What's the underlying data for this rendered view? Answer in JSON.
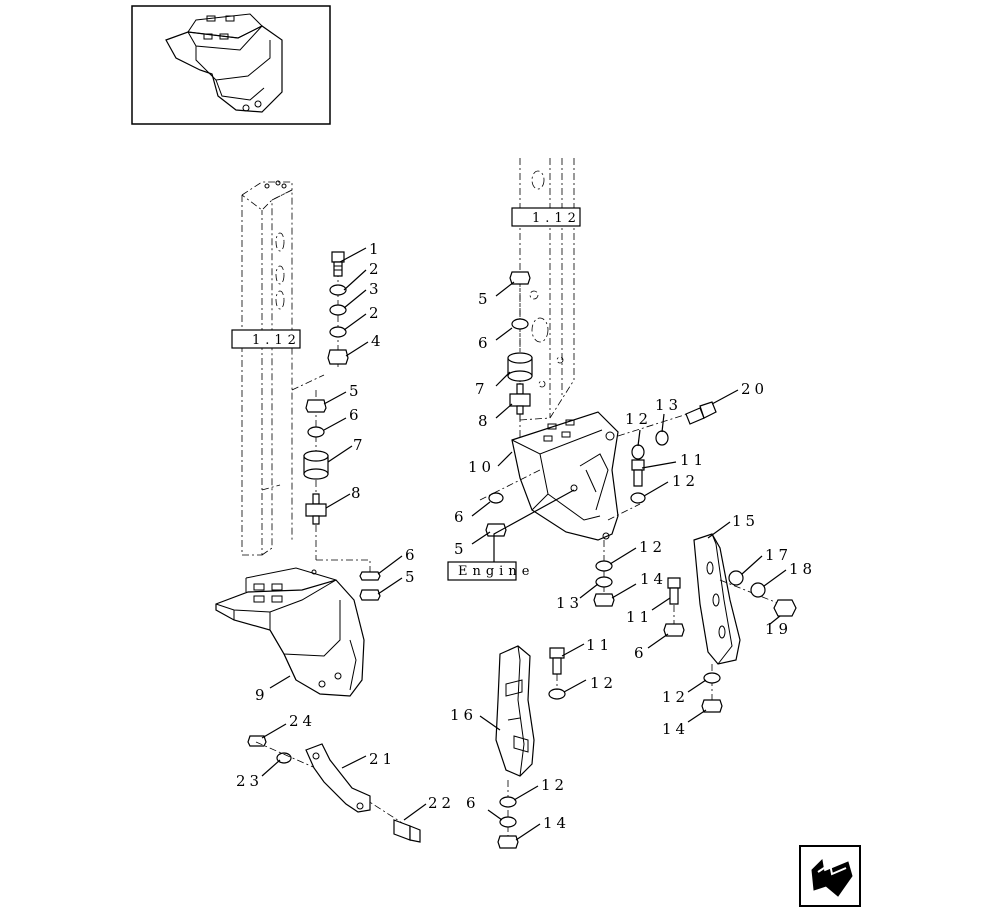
{
  "diagram": {
    "refs": {
      "left_frame": "1.12",
      "right_frame": "1.12",
      "engine": "Engine"
    },
    "labels": {
      "l1": "1",
      "l2a": "2",
      "l3": "3",
      "l2b": "2",
      "l4": "4",
      "l5a": "5",
      "l6a": "6",
      "l7a": "7",
      "l8a": "8",
      "l6b": "6",
      "l5b": "5",
      "l9": "9",
      "l24": "24",
      "l23": "23",
      "l21": "21",
      "l22": "22",
      "r5": "5",
      "r6": "6",
      "r7": "7",
      "r8": "8",
      "r20": "20",
      "r12a": "12",
      "r13a": "13",
      "r11a": "11",
      "r12b": "12",
      "r10": "10",
      "r6b": "6",
      "r5b": "5",
      "r15": "15",
      "r17": "17",
      "r18": "18",
      "r19": "19",
      "r12c": "12",
      "r14a": "14",
      "r13b": "13",
      "r11b": "11",
      "r6c": "6",
      "r12d": "12",
      "r14b": "14",
      "r11c": "11",
      "r12e": "12",
      "r16": "16",
      "r6d": "6",
      "r12f": "12",
      "r14c": "14"
    },
    "nav_icon": "arrow-navigation-icon",
    "thumbnail_icon": "engine-bracket-thumbnail"
  }
}
